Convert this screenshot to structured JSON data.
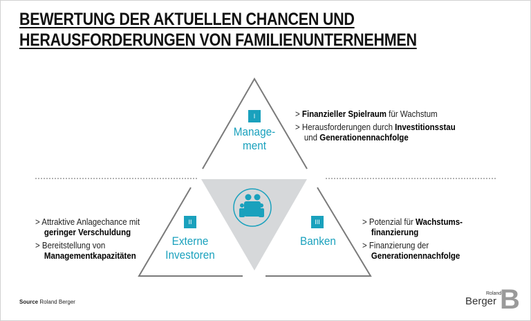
{
  "title": {
    "line1": "BEWERTUNG DER AKTUELLEN CHANCEN UND",
    "line2": "HERAUSFORDERUNGEN VON FAMILIENUNTERNEHMEN"
  },
  "sections": [
    {
      "numeral": "I",
      "label_1": "Manage-",
      "label_2": "ment",
      "bullets": [
        {
          "parts": [
            {
              "t": "> ",
              "b": false
            },
            {
              "t": "Finanzieller Spielraum",
              "b": true
            },
            {
              "t": " für Wachstum",
              "b": false
            }
          ]
        },
        {
          "parts": [
            {
              "t": "> Herausforderungen durch ",
              "b": false
            },
            {
              "t": "Investitionsstau",
              "b": true
            },
            {
              "t": " und ",
              "b": false
            },
            {
              "t": "Generationennachfolge",
              "b": true
            }
          ]
        }
      ]
    },
    {
      "numeral": "II",
      "label_1": "Externe",
      "label_2": "Investoren",
      "bullets": [
        {
          "parts": [
            {
              "t": "> Attraktive Anlagechance mit ",
              "b": false
            },
            {
              "t": "geringer Verschuldung",
              "b": true
            }
          ]
        },
        {
          "parts": [
            {
              "t": "> Bereitstellung von ",
              "b": false
            },
            {
              "t": "Managementkapazitäten",
              "b": true
            }
          ]
        }
      ]
    },
    {
      "numeral": "III",
      "label_1": "Banken",
      "label_2": "",
      "bullets": [
        {
          "parts": [
            {
              "t": "> Potenzial für ",
              "b": false
            },
            {
              "t": "Wachstums-finanzierung",
              "b": true
            }
          ]
        },
        {
          "parts": [
            {
              "t": "> Finanzierung der ",
              "b": false
            },
            {
              "t": "Generationennachfolge",
              "b": true
            }
          ]
        }
      ]
    }
  ],
  "center_icon": "family-icon",
  "source": {
    "label": "Source",
    "value": "Roland Berger"
  },
  "logo": {
    "line1": "Roland",
    "line2": "Berger",
    "mark": "B"
  },
  "colors": {
    "accent": "#1aa1bd",
    "center": "#d6d8da",
    "lines": "#7a7a7a"
  }
}
